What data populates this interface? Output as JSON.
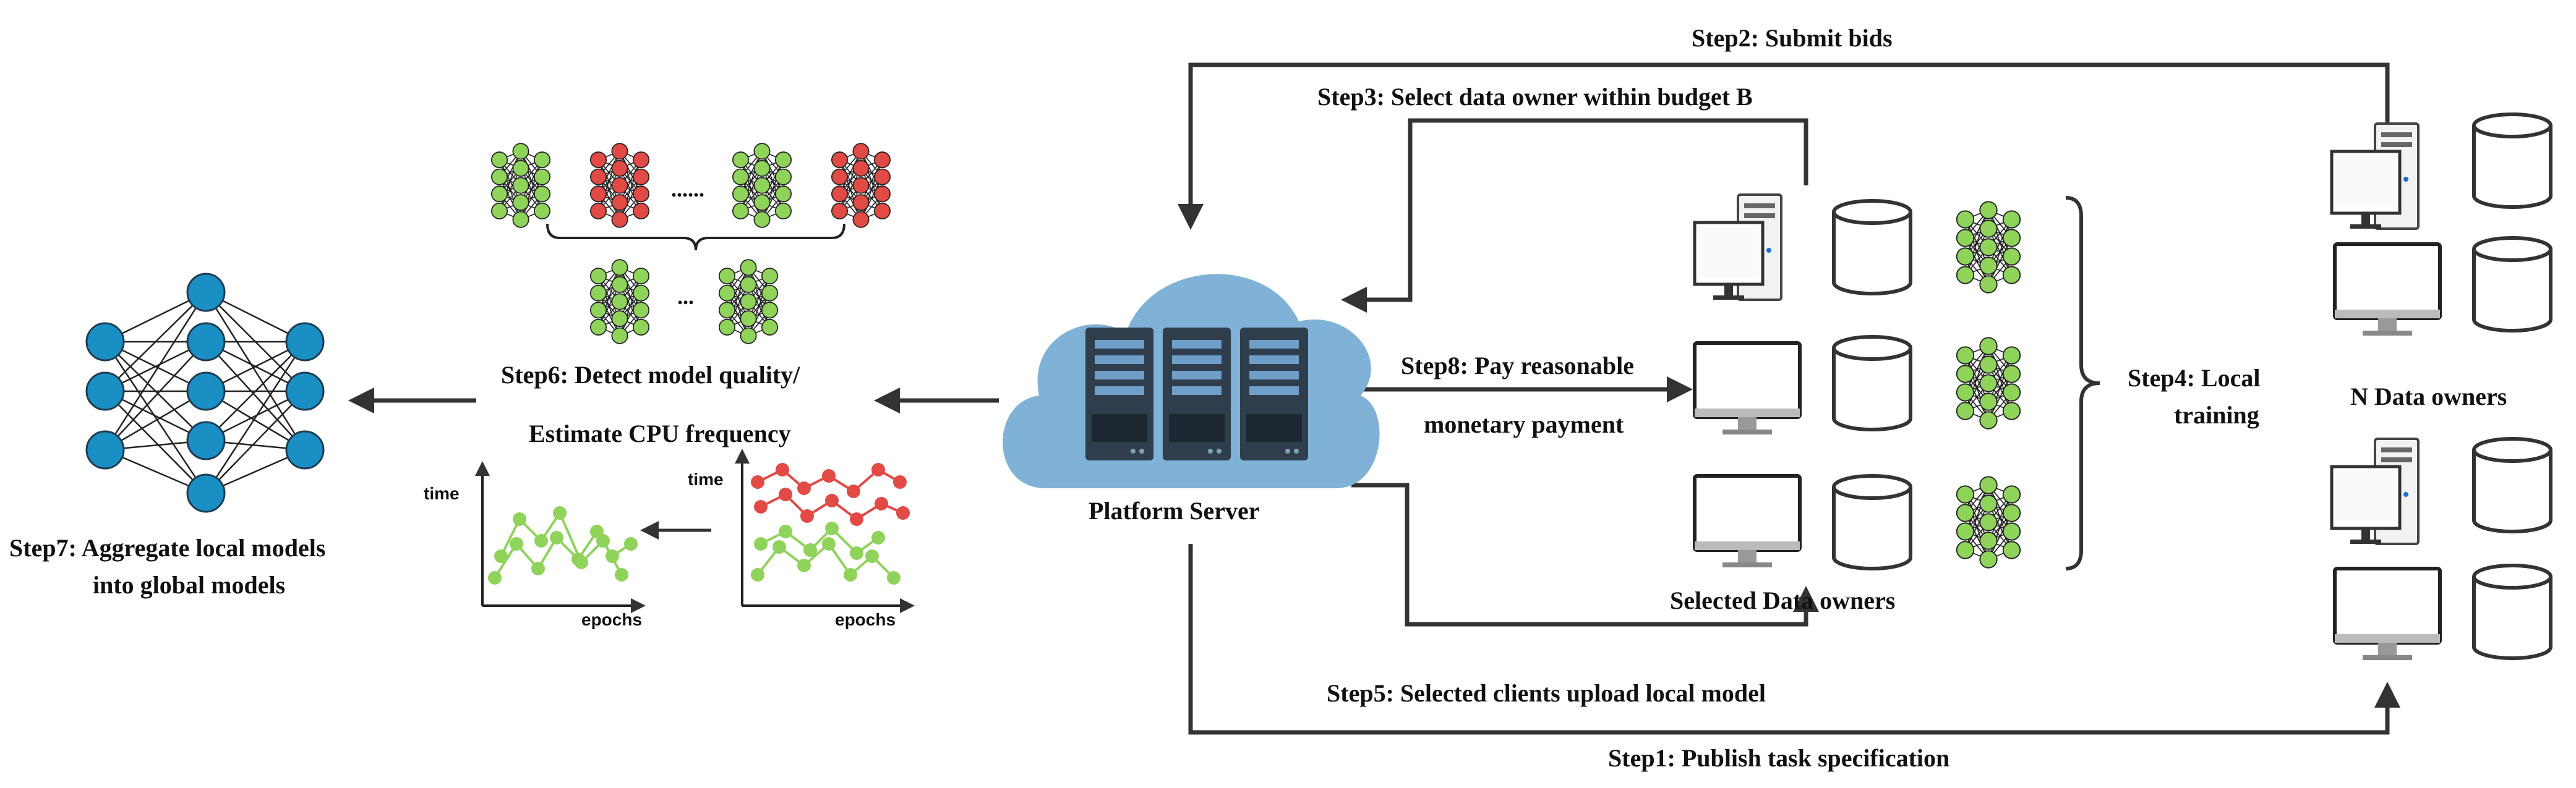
{
  "labels": {
    "step1": "Step1: Publish task specification",
    "step2": "Step2:  Submit bids",
    "step3": "Step3:  Select data owner within budget B",
    "step4_line1": "Step4: Local",
    "step4_line2": "training",
    "step5": "Step5:  Selected clients upload local model",
    "step6_line1": "Step6:  Detect model quality/",
    "step6_line2": "Estimate CPU  frequency",
    "step7_line1": "Step7:  Aggregate local models",
    "step7_line2": "into global models",
    "step8_line1": "Step8: Pay reasonable",
    "step8_line2": "monetary payment",
    "platform_server": "Platform Server",
    "selected_owners": "Selected Data owners",
    "n_owners": "N  Data owners",
    "ellipsis_long": "......",
    "ellipsis_short": "...",
    "axis_time": "time",
    "axis_epochs": "epochs"
  },
  "colors": {
    "good_model": "#8fd35a",
    "bad_model": "#e24a45",
    "global_model": "#1a8fc4",
    "cloud": "#7fb2d6",
    "server": "#2f3d4c",
    "arrow": "#333333"
  }
}
